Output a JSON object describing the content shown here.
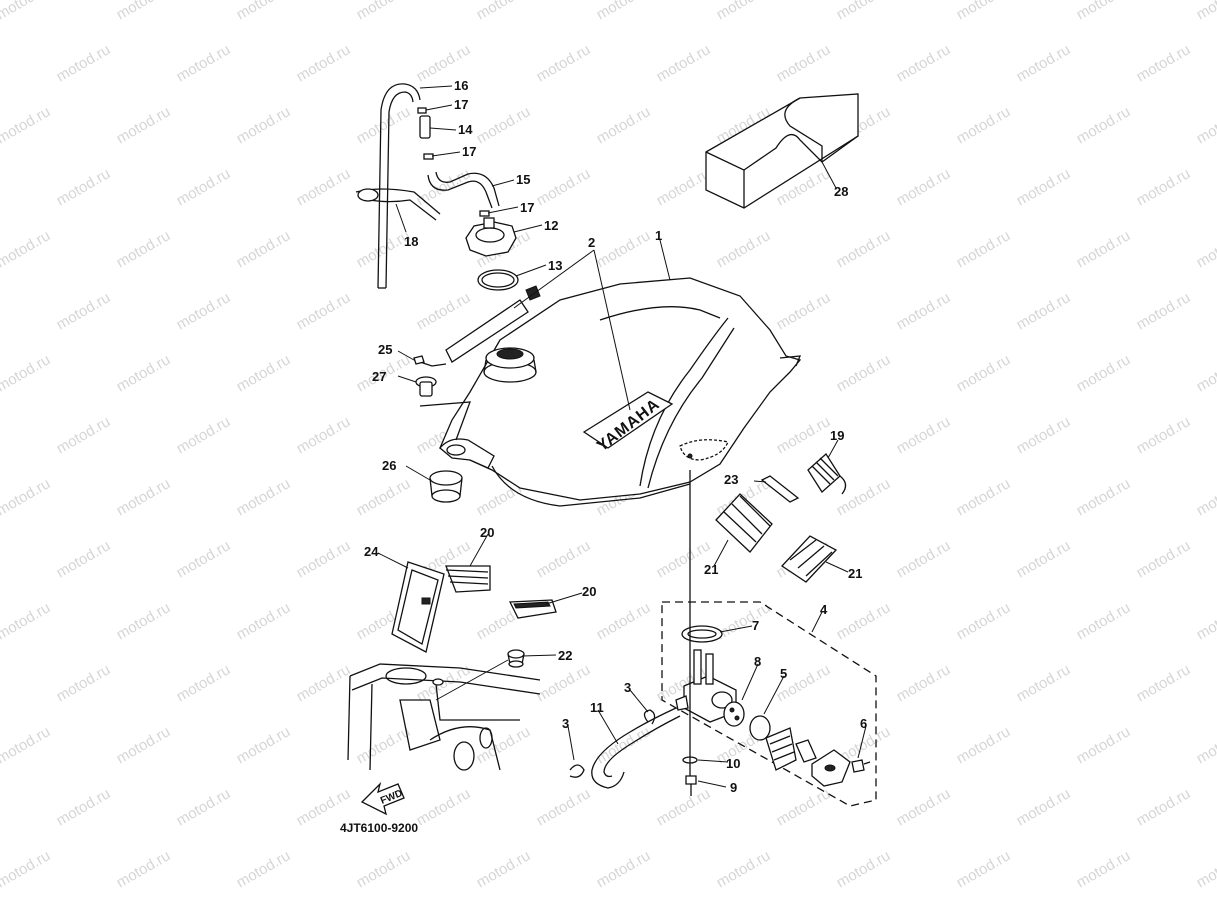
{
  "watermark_text": "motod.ru",
  "diagram_code": "4JT6100-9200",
  "logo_text": "YAMAHA",
  "fwd_text": "FWD",
  "callouts": [
    {
      "id": "c1",
      "label": "1"
    },
    {
      "id": "c2",
      "label": "2"
    },
    {
      "id": "c3a",
      "label": "3"
    },
    {
      "id": "c3b",
      "label": "3"
    },
    {
      "id": "c4",
      "label": "4"
    },
    {
      "id": "c5",
      "label": "5"
    },
    {
      "id": "c6",
      "label": "6"
    },
    {
      "id": "c7",
      "label": "7"
    },
    {
      "id": "c8",
      "label": "8"
    },
    {
      "id": "c9",
      "label": "9"
    },
    {
      "id": "c10",
      "label": "10"
    },
    {
      "id": "c11",
      "label": "11"
    },
    {
      "id": "c12",
      "label": "12"
    },
    {
      "id": "c13",
      "label": "13"
    },
    {
      "id": "c14",
      "label": "14"
    },
    {
      "id": "c15",
      "label": "15"
    },
    {
      "id": "c16",
      "label": "16"
    },
    {
      "id": "c17a",
      "label": "17"
    },
    {
      "id": "c17b",
      "label": "17"
    },
    {
      "id": "c17c",
      "label": "17"
    },
    {
      "id": "c18",
      "label": "18"
    },
    {
      "id": "c19",
      "label": "19"
    },
    {
      "id": "c20a",
      "label": "20"
    },
    {
      "id": "c20b",
      "label": "20"
    },
    {
      "id": "c21a",
      "label": "21"
    },
    {
      "id": "c21b",
      "label": "21"
    },
    {
      "id": "c22",
      "label": "22"
    },
    {
      "id": "c23",
      "label": "23"
    },
    {
      "id": "c24",
      "label": "24"
    },
    {
      "id": "c25",
      "label": "25"
    },
    {
      "id": "c26",
      "label": "26"
    },
    {
      "id": "c27",
      "label": "27"
    },
    {
      "id": "c28",
      "label": "28"
    }
  ]
}
